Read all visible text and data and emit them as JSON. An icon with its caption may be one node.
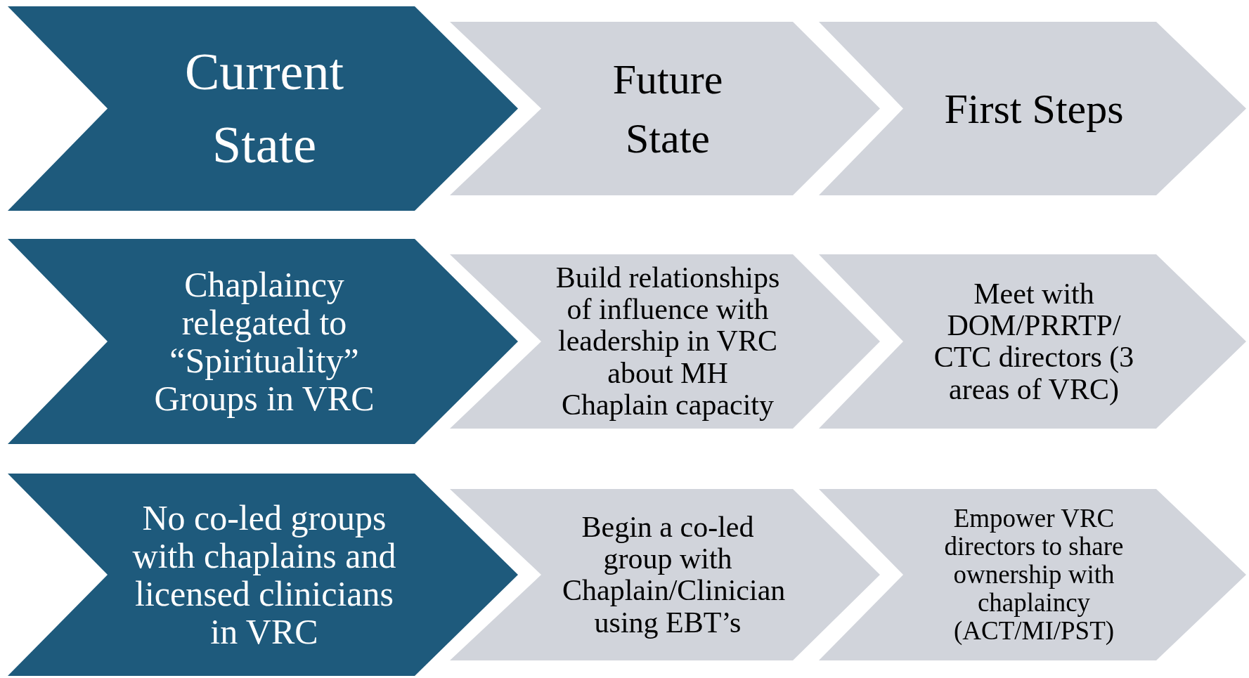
{
  "diagram": {
    "nodes": [
      {
        "text": [
          "Current State"
        ]
      },
      {
        "text": [
          "Future State"
        ]
      },
      {
        "text": [
          "First Steps"
        ]
      },
      {
        "text": [
          "Chaplaincy relegated to “Spirituality” Groups in VRC"
        ]
      },
      {
        "text": [
          "Build relationships of influence with leadership in VRC about MH Chaplain capacity"
        ]
      },
      {
        "text": [
          "Meet with DOM/PRRTP/ CTC directors (3 areas of VRC)"
        ]
      },
      {
        "text": [
          "No co-led groups with chaplains and licensed clinicians in VRC"
        ]
      },
      {
        "text": [
          "Begin a co-led group with Chaplain/Clinician using EBT’s"
        ]
      },
      {
        "text": [
          "Empower VRC directors to share ownership with chaplaincy (ACT/MI/PST)"
        ]
      }
    ]
  }
}
